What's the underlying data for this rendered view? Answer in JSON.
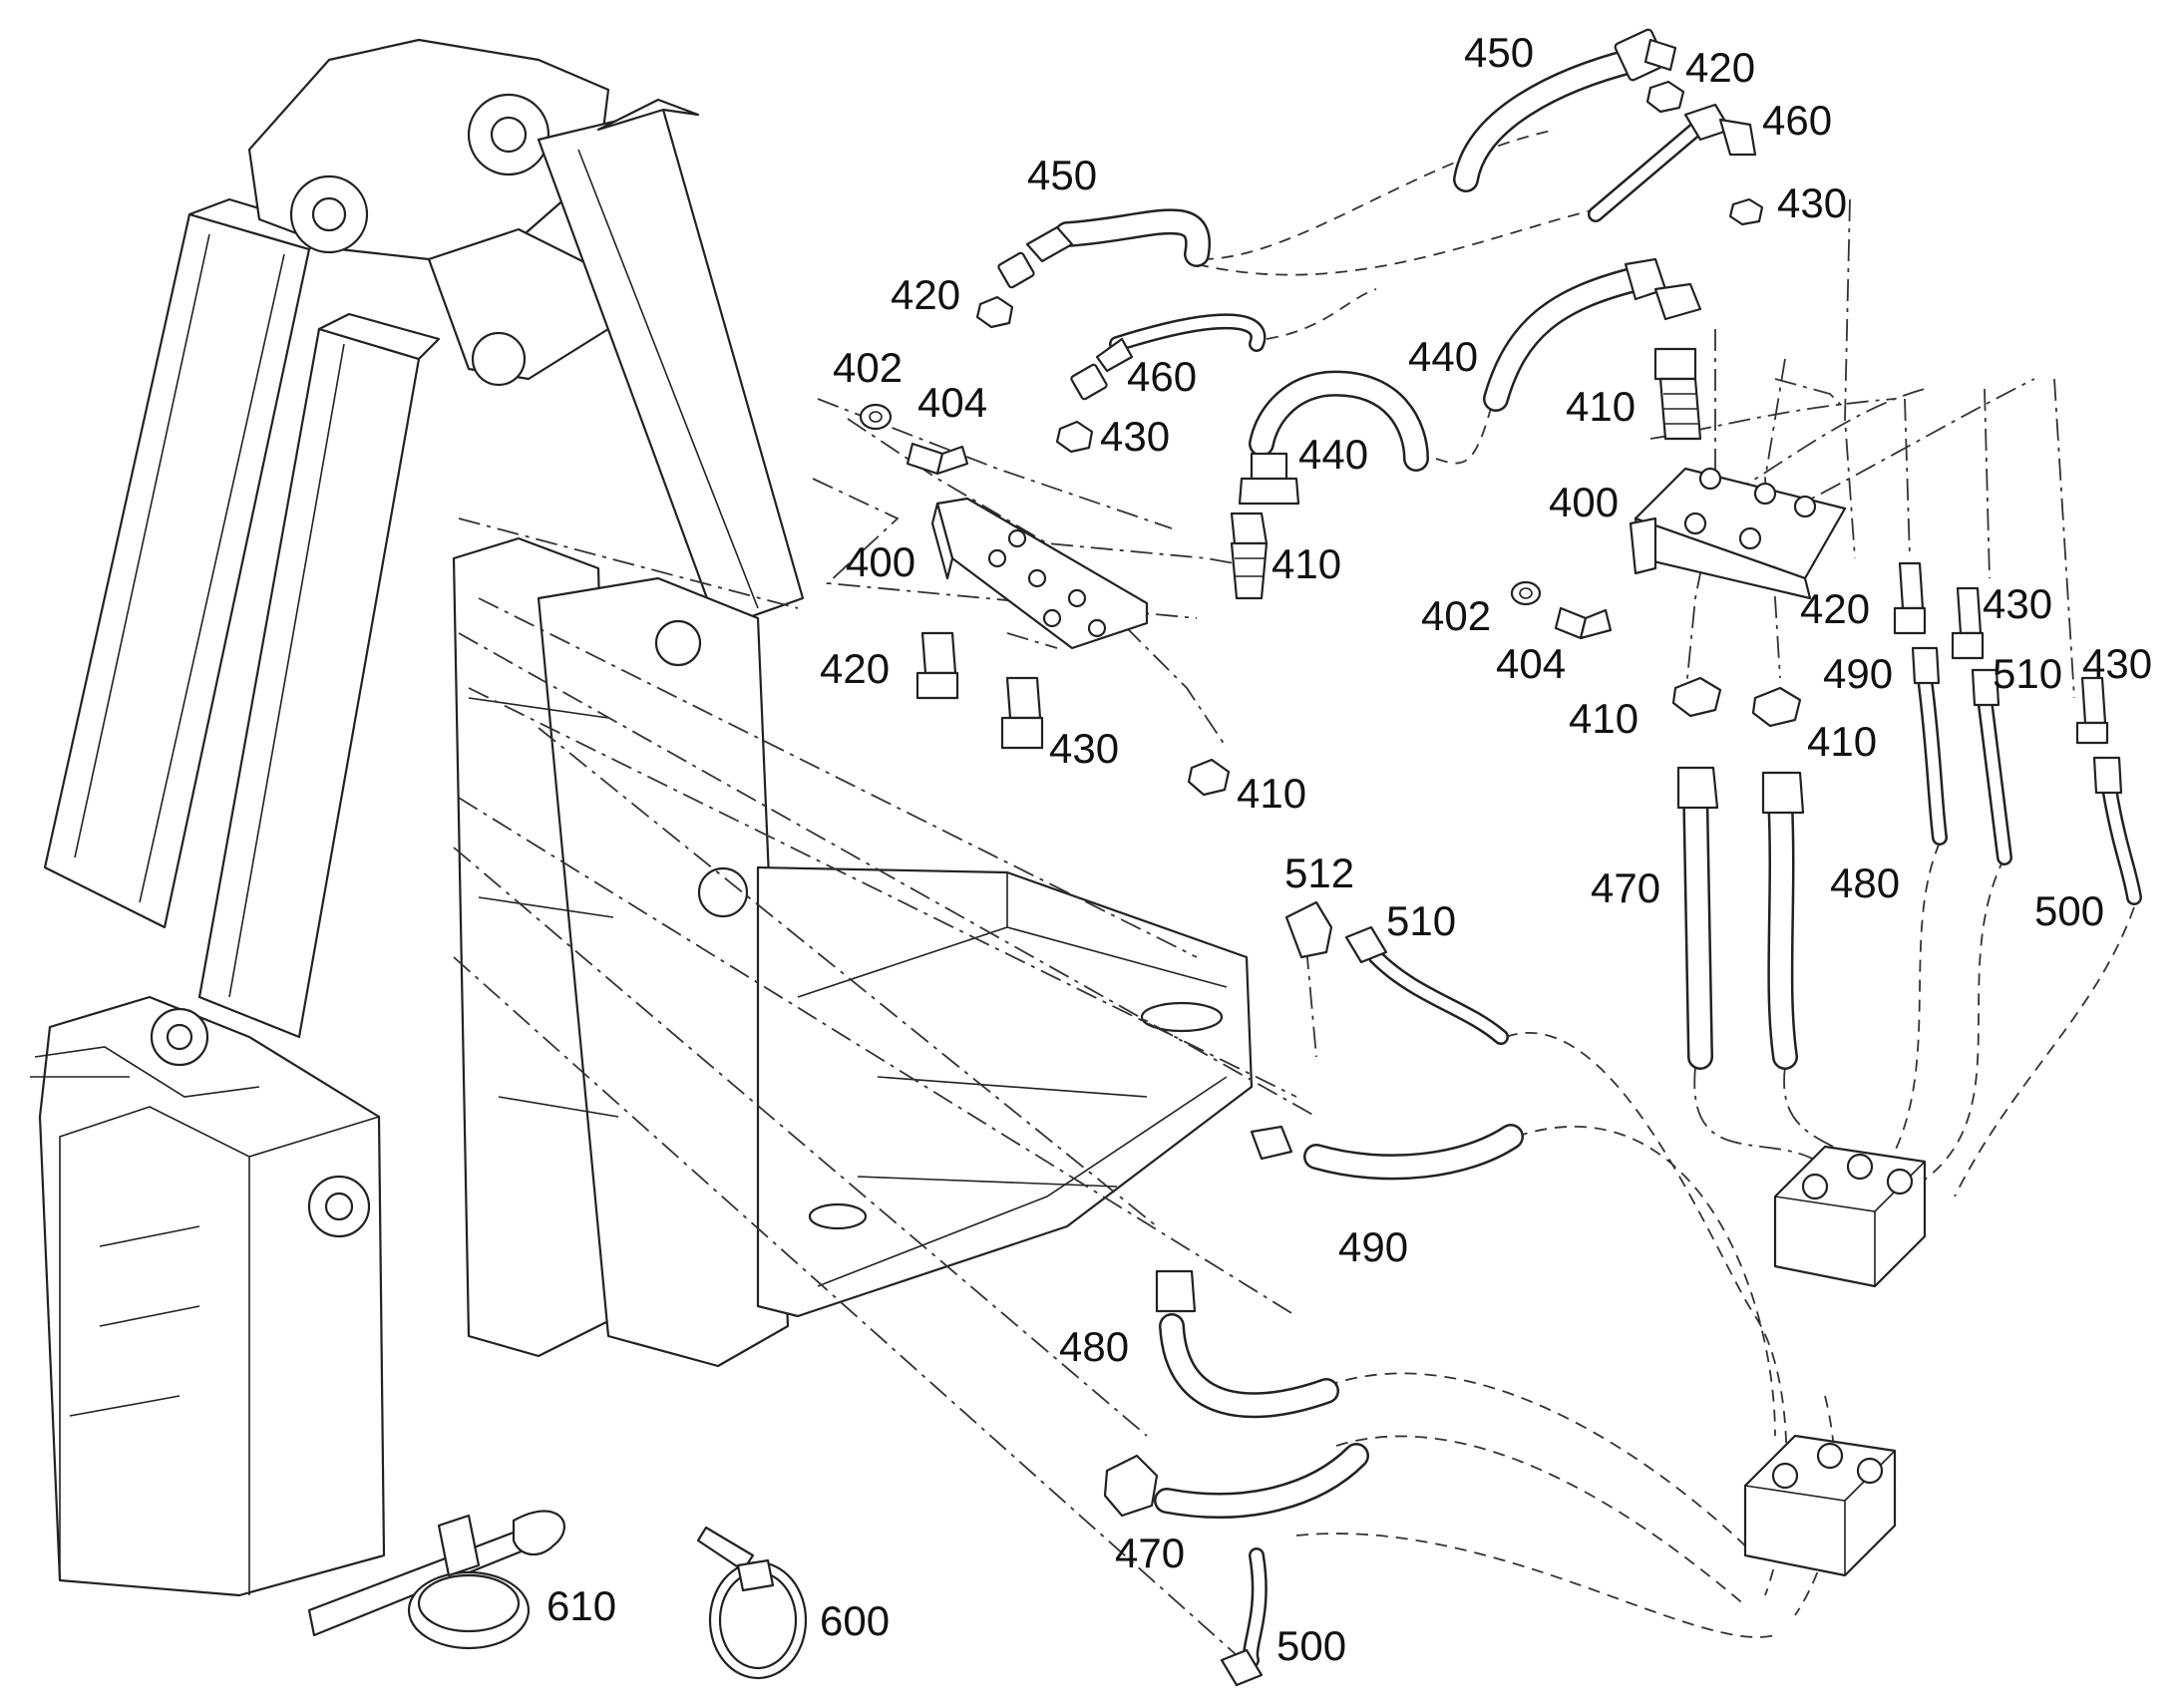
{
  "callouts": [
    {
      "id": "c450a",
      "text": "450"
    },
    {
      "id": "c420a",
      "text": "420"
    },
    {
      "id": "c460a",
      "text": "460"
    },
    {
      "id": "c430a",
      "text": "430"
    },
    {
      "id": "c450b",
      "text": "450"
    },
    {
      "id": "c420b",
      "text": "420"
    },
    {
      "id": "c460b",
      "text": "460"
    },
    {
      "id": "c402a",
      "text": "402"
    },
    {
      "id": "c404a",
      "text": "404"
    },
    {
      "id": "c430b",
      "text": "430"
    },
    {
      "id": "c440a",
      "text": "440"
    },
    {
      "id": "c440b",
      "text": "440"
    },
    {
      "id": "c410a",
      "text": "410"
    },
    {
      "id": "c400a",
      "text": "400"
    },
    {
      "id": "c400b",
      "text": "400"
    },
    {
      "id": "c410b",
      "text": "410"
    },
    {
      "id": "c420c",
      "text": "420"
    },
    {
      "id": "c430c",
      "text": "430"
    },
    {
      "id": "c410c",
      "text": "410"
    },
    {
      "id": "c402b",
      "text": "402"
    },
    {
      "id": "c404b",
      "text": "404"
    },
    {
      "id": "c420d",
      "text": "420"
    },
    {
      "id": "c430d",
      "text": "430"
    },
    {
      "id": "c490a",
      "text": "490"
    },
    {
      "id": "c510a",
      "text": "510"
    },
    {
      "id": "c430e",
      "text": "430"
    },
    {
      "id": "c410d",
      "text": "410"
    },
    {
      "id": "c410e",
      "text": "410"
    },
    {
      "id": "c470a",
      "text": "470"
    },
    {
      "id": "c480a",
      "text": "480"
    },
    {
      "id": "c500a",
      "text": "500"
    },
    {
      "id": "c512",
      "text": "512"
    },
    {
      "id": "c510b",
      "text": "510"
    },
    {
      "id": "c490b",
      "text": "490"
    },
    {
      "id": "c480b",
      "text": "480"
    },
    {
      "id": "c470b",
      "text": "470"
    },
    {
      "id": "c500b",
      "text": "500"
    },
    {
      "id": "c610",
      "text": "610"
    },
    {
      "id": "c600",
      "text": "600"
    }
  ]
}
